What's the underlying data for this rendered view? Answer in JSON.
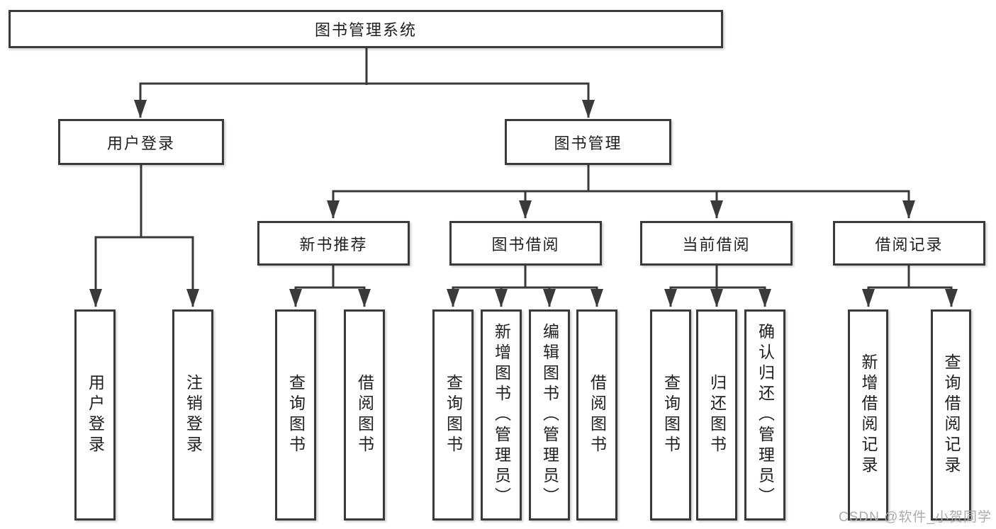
{
  "tree": {
    "label": "图书管理系统",
    "children": [
      {
        "label": "用户登录",
        "children": [
          {
            "label": "用户登录"
          },
          {
            "label": "注销登录"
          }
        ]
      },
      {
        "label": "图书管理",
        "children": [
          {
            "label": "新书推荐",
            "children": [
              {
                "label": "查询图书"
              },
              {
                "label": "借阅图书"
              }
            ]
          },
          {
            "label": "图书借阅",
            "children": [
              {
                "label": "查询图书"
              },
              {
                "label": "新增图书（管理员）"
              },
              {
                "label": "编辑图书（管理员）"
              },
              {
                "label": "借阅图书"
              }
            ]
          },
          {
            "label": "当前借阅",
            "children": [
              {
                "label": "查询图书"
              },
              {
                "label": "归还图书"
              },
              {
                "label": "确认归还（管理员）"
              }
            ]
          },
          {
            "label": "借阅记录",
            "children": [
              {
                "label": "新增借阅记录"
              },
              {
                "label": "查询借阅记录"
              }
            ]
          }
        ]
      }
    ]
  },
  "watermark": {
    "text": "CSDN @软件_小贺同学"
  },
  "colors": {
    "line": "#3a3a3a",
    "box_fill": "#ffffff",
    "text": "#1f1f1f",
    "watermark": "#ababab",
    "background": "#ffffff"
  }
}
